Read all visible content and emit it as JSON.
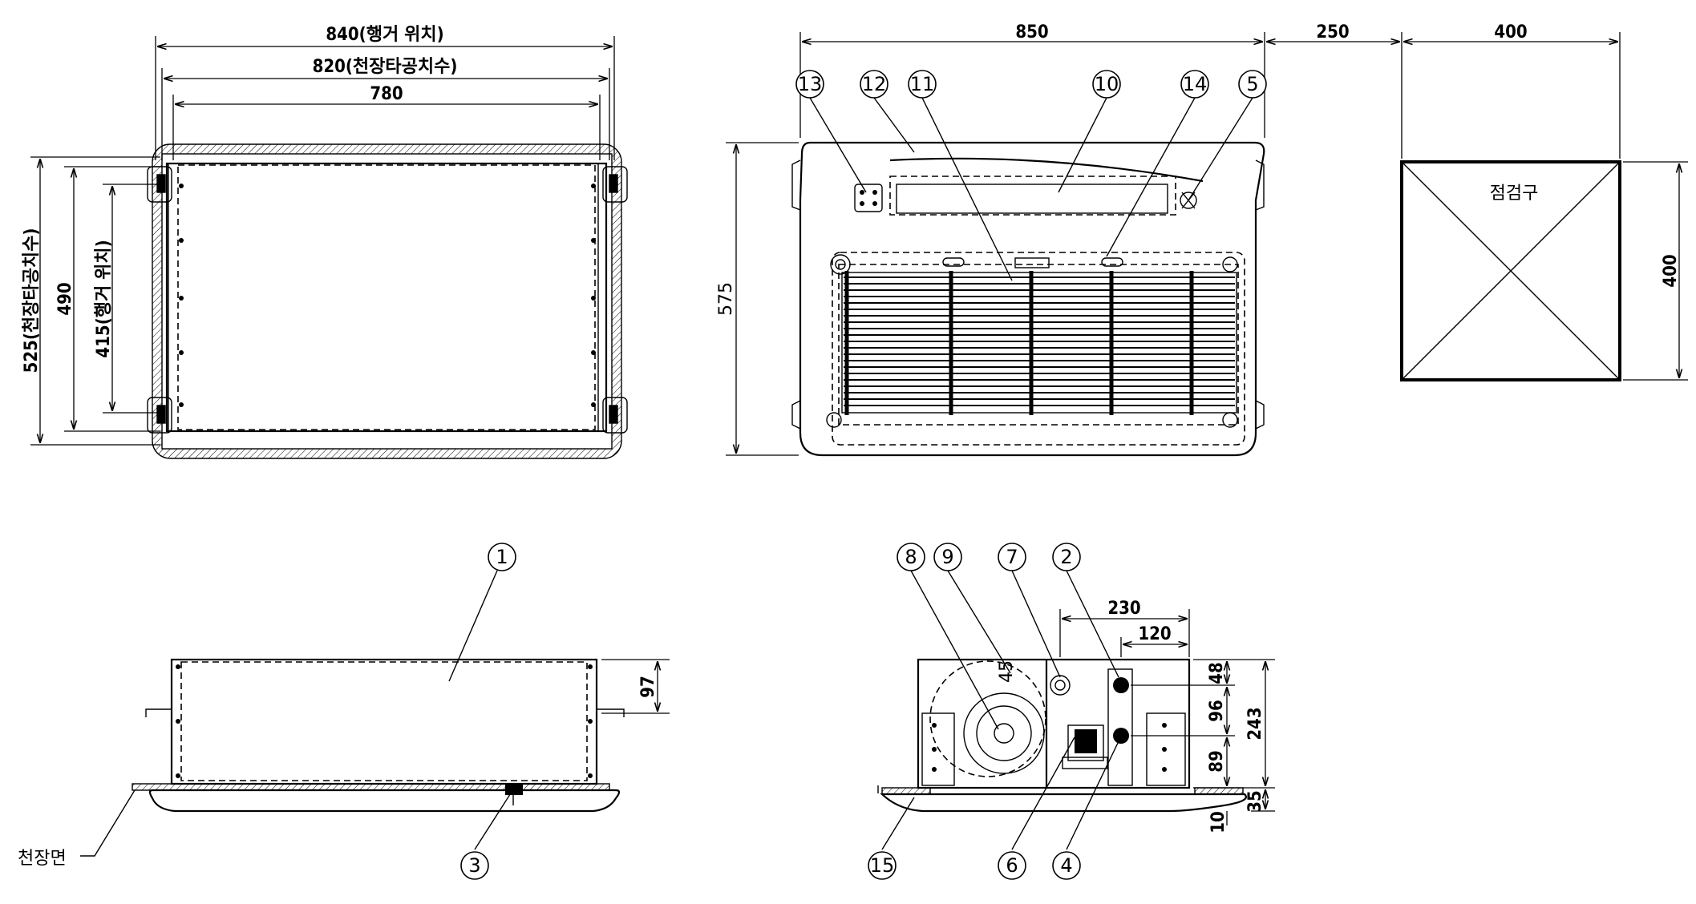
{
  "top_left_view": {
    "dim_hanger_width": "840(행거 위치)",
    "dim_ceiling_opening_width": "820(천장타공치수)",
    "dim_body_width": "780",
    "dim_ceiling_opening_depth": "525(천장타공치수)",
    "dim_body_depth": "490",
    "dim_hanger_depth": "415(행거 위치)"
  },
  "top_right_view": {
    "dim_panel_width": "850",
    "dim_panel_depth": "575",
    "dim_gap": "250"
  },
  "inspection_port": {
    "dim_width": "400",
    "dim_height": "400",
    "label": "점검구"
  },
  "front_view": {
    "dim_height": "97",
    "ceiling_label": "천장면"
  },
  "side_view": {
    "dim_230": "230",
    "dim_120": "120",
    "dim_48": "48",
    "dim_96": "96",
    "dim_89": "89",
    "dim_243": "243",
    "dim_35": "35",
    "dim_10": "10",
    "dim_45": "45"
  },
  "callouts": {
    "c1": "1",
    "c2": "2",
    "c3": "3",
    "c4": "4",
    "c5": "5",
    "c6": "6",
    "c7": "7",
    "c8": "8",
    "c9": "9",
    "c10": "10",
    "c11": "11",
    "c12": "12",
    "c13": "13",
    "c14": "14",
    "c15": "15"
  }
}
